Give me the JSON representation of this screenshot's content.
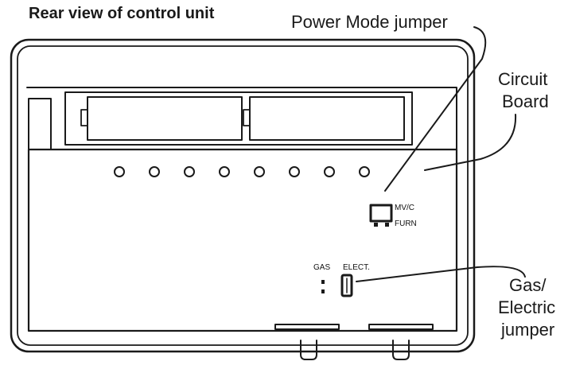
{
  "title": "Rear view of control unit",
  "labels": {
    "power_mode_jumper": "Power Mode jumper",
    "circuit_board_line1": "Circuit",
    "circuit_board_line2": "Board",
    "gas_electric_line1": "Gas/",
    "gas_electric_line2": "Electric",
    "gas_electric_line3": "jumper"
  },
  "board_markings": {
    "mvc": "MV/C",
    "furn": "FURN",
    "gas": "GAS",
    "elect": "ELECT."
  },
  "colors": {
    "stroke": "#1a1a1a",
    "background": "#ffffff"
  }
}
